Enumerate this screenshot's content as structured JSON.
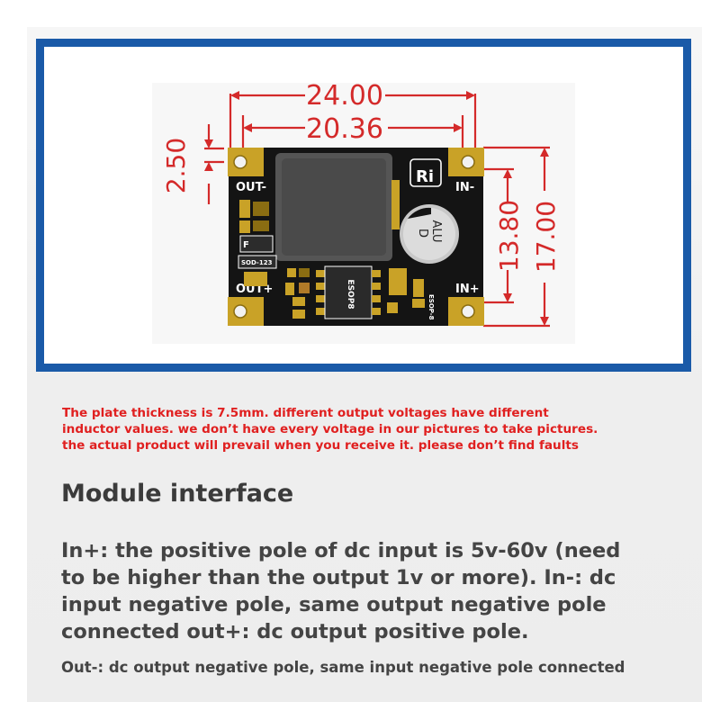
{
  "diagram": {
    "dimensions": {
      "total_length": "24.00",
      "hole_spacing": "20.36",
      "hole_offset": "2.50",
      "hole_span": "13.80",
      "total_width": "17.00"
    },
    "pads": {
      "out_minus": "OUT-",
      "out_plus": "OUT+",
      "in_minus": "IN-",
      "in_plus": "IN+"
    },
    "components": {
      "capacitor_line1": "ALU",
      "capacitor_line2": "D",
      "logo": "Ri",
      "ic_label": "ESOP8",
      "diode_label": "SOD-123",
      "pad_label": "ESOP-8"
    },
    "colors": {
      "frame": "#1a5aa8",
      "dimension": "#d42a2a",
      "board": "#141414",
      "pad": "#c9a227"
    }
  },
  "notice": {
    "line1": "The plate thickness is 7.5mm. different output voltages have different",
    "line2": "inductor values. we don’t have every voltage in our pictures to take pictures.",
    "line3": "the actual product will prevail when you receive it. please don’t find faults"
  },
  "section": {
    "heading": "Module interface",
    "desc_line1": "In+: the positive pole of dc input is 5v-60v (need",
    "desc_line2": "to be higher than the output 1v or more). In-: dc",
    "desc_line3": "input negative pole, same output negative pole",
    "desc_line4": "connected out+: dc output positive pole.",
    "footer": "Out-: dc output negative pole, same input negative pole connected"
  }
}
